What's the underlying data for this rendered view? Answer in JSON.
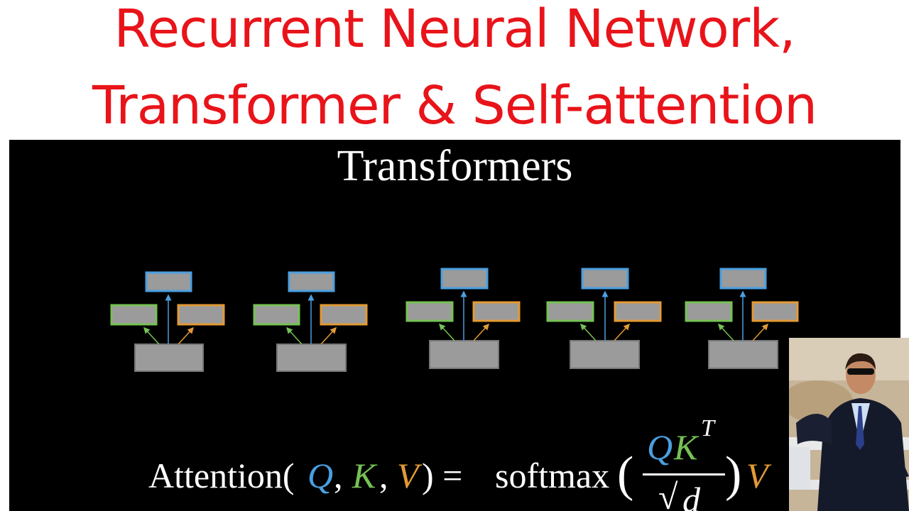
{
  "title": {
    "line1": "Recurrent Neural Network,",
    "line2": "Transformer & Self-attention"
  },
  "slide": {
    "heading": "Transformers",
    "formula": {
      "lhs_name": "Attention(",
      "q": "Q",
      "comma1": ",",
      "k": "K",
      "comma2": ",",
      "v": "V",
      "close_eq": ") =",
      "softmax": "softmax",
      "open_paren": "(",
      "num_q": "Q",
      "num_k": "K",
      "num_t": "T",
      "den_sqrt": "√",
      "den_d": "d",
      "close_paren": ")",
      "rhs_v": "V"
    }
  },
  "colors": {
    "title": "#e8141a",
    "query": "#4a9fe0",
    "key": "#76c254",
    "value": "#e39a35",
    "box_fill": "#9b9b9b"
  },
  "diagram": {
    "units": 5,
    "unit_parts": [
      "output-box",
      "key-box",
      "value-box",
      "input-box"
    ]
  }
}
